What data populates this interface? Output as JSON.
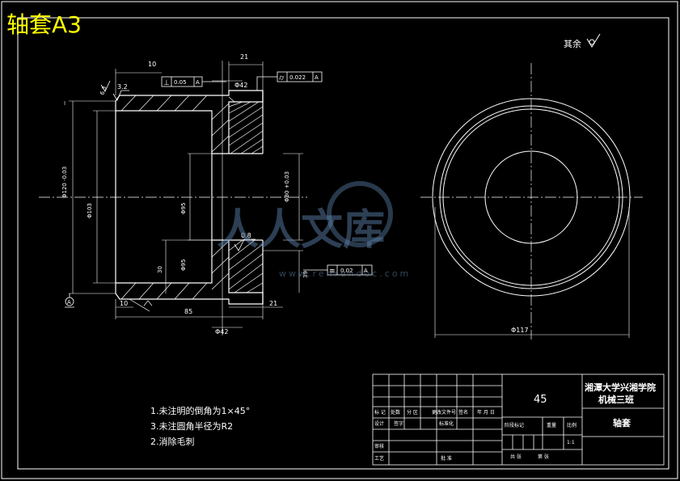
{
  "header": {
    "title": "轴套A3"
  },
  "surface_note": "其余",
  "dims": {
    "d10_top": "10",
    "d21_top": "21",
    "phi42_top": "Φ42",
    "phi42_bottom": "Φ42",
    "d85": "85",
    "d21_bottom": "21",
    "d10_bottom": "10",
    "phi117": "Φ117",
    "left_outer": "Φ120 -0.03",
    "left_inner": "Φ103",
    "mid_phi": "Φ95",
    "mid2": "Φ95",
    "d30": "30",
    "right_phi": "Φ80 +0.03",
    "right_39": "39",
    "roughness_32": "3.2",
    "roughness_08": "0.8",
    "roughness_63": "6.3"
  },
  "tolerances": {
    "perp": {
      "sym": "⊥",
      "val": "0.05",
      "ref": "A"
    },
    "cyl": {
      "sym": "⌭",
      "val": "0.022",
      "ref": "A"
    },
    "sym": {
      "sym": "≡",
      "val": "0.02",
      "ref": "A"
    }
  },
  "datum": "A",
  "notes": [
    "1.未注明的倒角为1×45°",
    "3.未注圆角半径为R2",
    "2.消除毛刺"
  ],
  "title_block": {
    "school_line1": "湘潭大学兴湘学院",
    "school_line2": "机械三班",
    "material": "45",
    "part_name": "轴套",
    "row1": [
      "标 记",
      "处数",
      "分 区",
      "更改文件号",
      "签名",
      "年 月 日"
    ],
    "row2": [
      "设计",
      "签字",
      "标准化"
    ],
    "row2_right": [
      "阶段标记",
      "重量",
      "比例"
    ],
    "scale": "1:1",
    "row_check": "审核",
    "row_process": "工艺",
    "row_approve": "批 准",
    "sheet_info": [
      "共 张",
      "第 张"
    ]
  },
  "watermark": {
    "text": "人人文库",
    "url": "www.renrendoc.com"
  }
}
